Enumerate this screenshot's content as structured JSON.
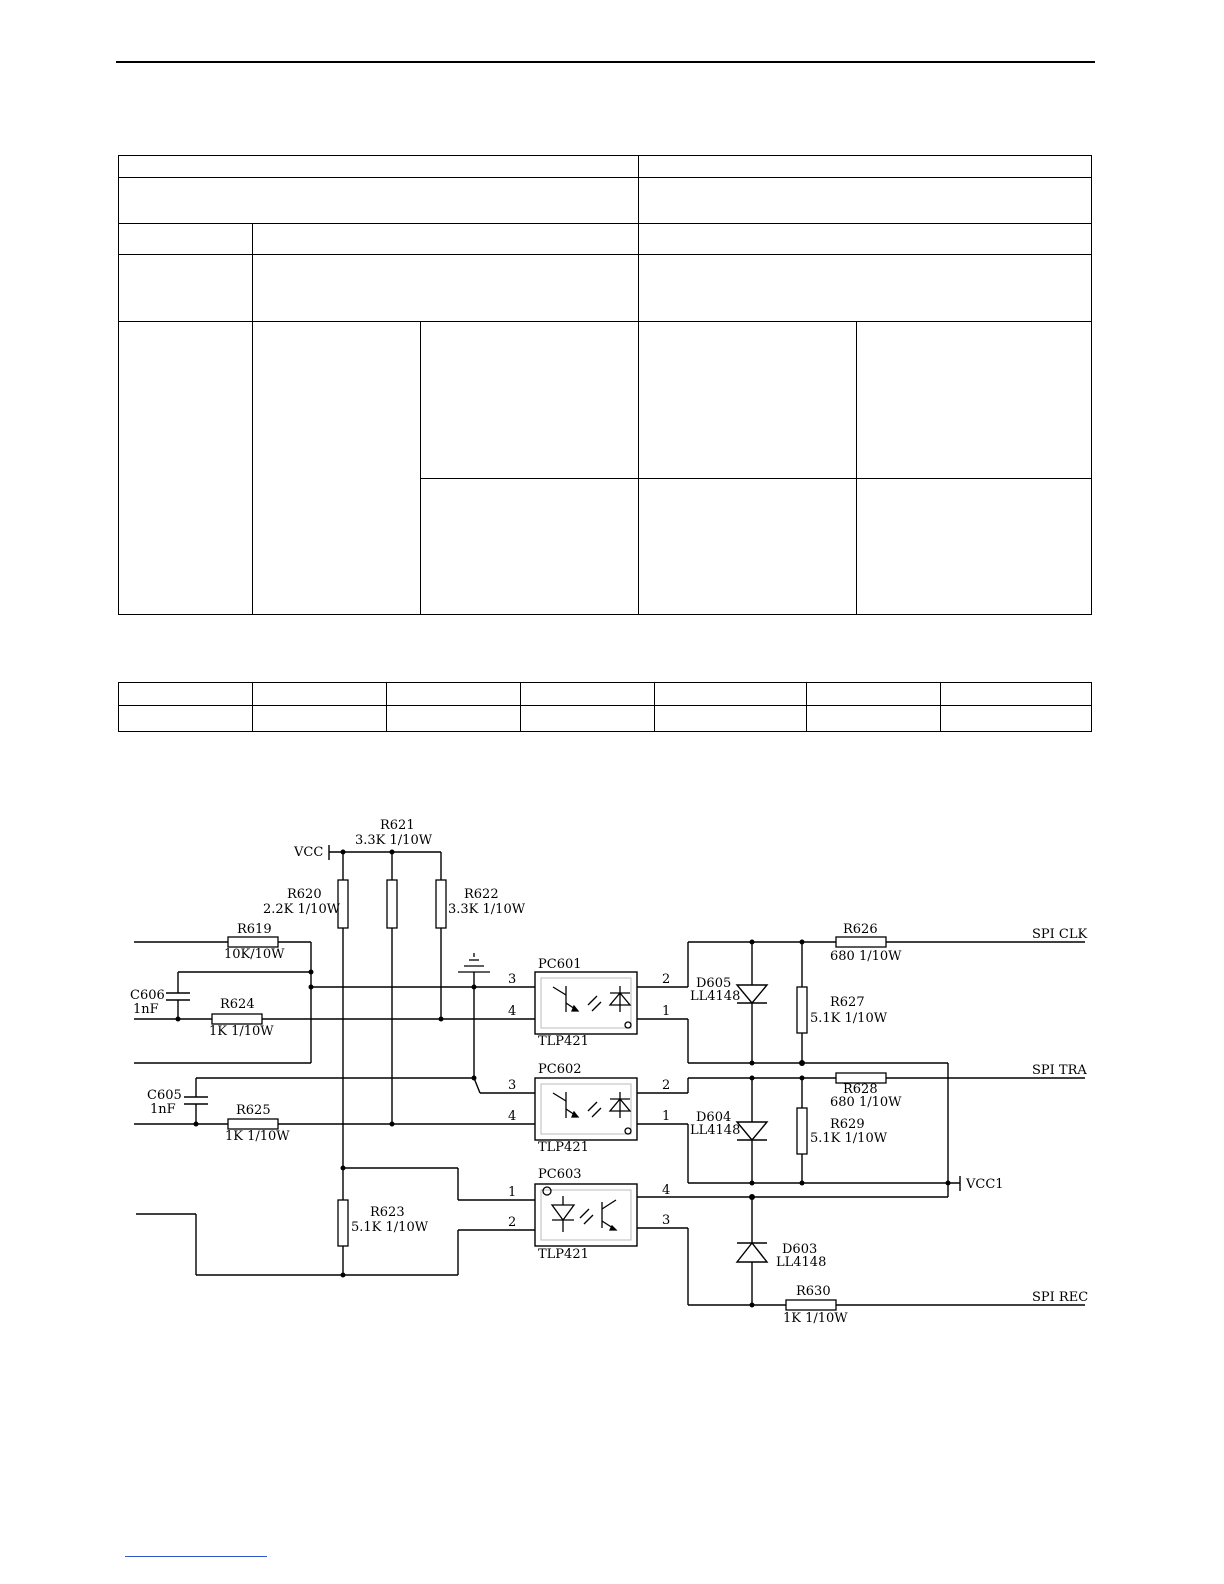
{
  "schematic": {
    "power": {
      "vcc": "VCC",
      "vcc1": "VCC1"
    },
    "outputs": {
      "clk": "SPI CLK",
      "tra": "SPI TRA",
      "rec": "SPI REC"
    },
    "resistors": {
      "r619": {
        "ref": "R619",
        "value": "10K/10W"
      },
      "r620": {
        "ref": "R620",
        "value": "2.2K 1/10W"
      },
      "r621": {
        "ref": "R621",
        "value": "3.3K 1/10W"
      },
      "r622": {
        "ref": "R622",
        "value": "3.3K 1/10W"
      },
      "r623": {
        "ref": "R623",
        "value": "5.1K 1/10W"
      },
      "r624": {
        "ref": "R624",
        "value": "1K 1/10W"
      },
      "r625": {
        "ref": "R625",
        "value": "1K 1/10W"
      },
      "r626": {
        "ref": "R626",
        "value": "680 1/10W"
      },
      "r627": {
        "ref": "R627",
        "value": "5.1K 1/10W"
      },
      "r628": {
        "ref": "R628",
        "value": "680 1/10W"
      },
      "r629": {
        "ref": "R629",
        "value": "5.1K 1/10W"
      },
      "r630": {
        "ref": "R630",
        "value": "1K 1/10W"
      }
    },
    "capacitors": {
      "c605": {
        "ref": "C605",
        "value": "1nF"
      },
      "c606": {
        "ref": "C606",
        "value": "1nF"
      }
    },
    "diodes": {
      "d603": {
        "ref": "D603",
        "value": "LL4148"
      },
      "d604": {
        "ref": "D604",
        "value": "LL4148"
      },
      "d605": {
        "ref": "D605",
        "value": "LL4148"
      }
    },
    "optocouplers": {
      "pc601": {
        "ref": "PC601",
        "part": "TLP421",
        "pins": [
          "3",
          "4",
          "2",
          "1"
        ]
      },
      "pc602": {
        "ref": "PC602",
        "part": "TLP421",
        "pins": [
          "3",
          "4",
          "2",
          "1"
        ]
      },
      "pc603": {
        "ref": "PC603",
        "part": "TLP421",
        "pins": [
          "1",
          "2",
          "4",
          "3"
        ]
      }
    }
  }
}
